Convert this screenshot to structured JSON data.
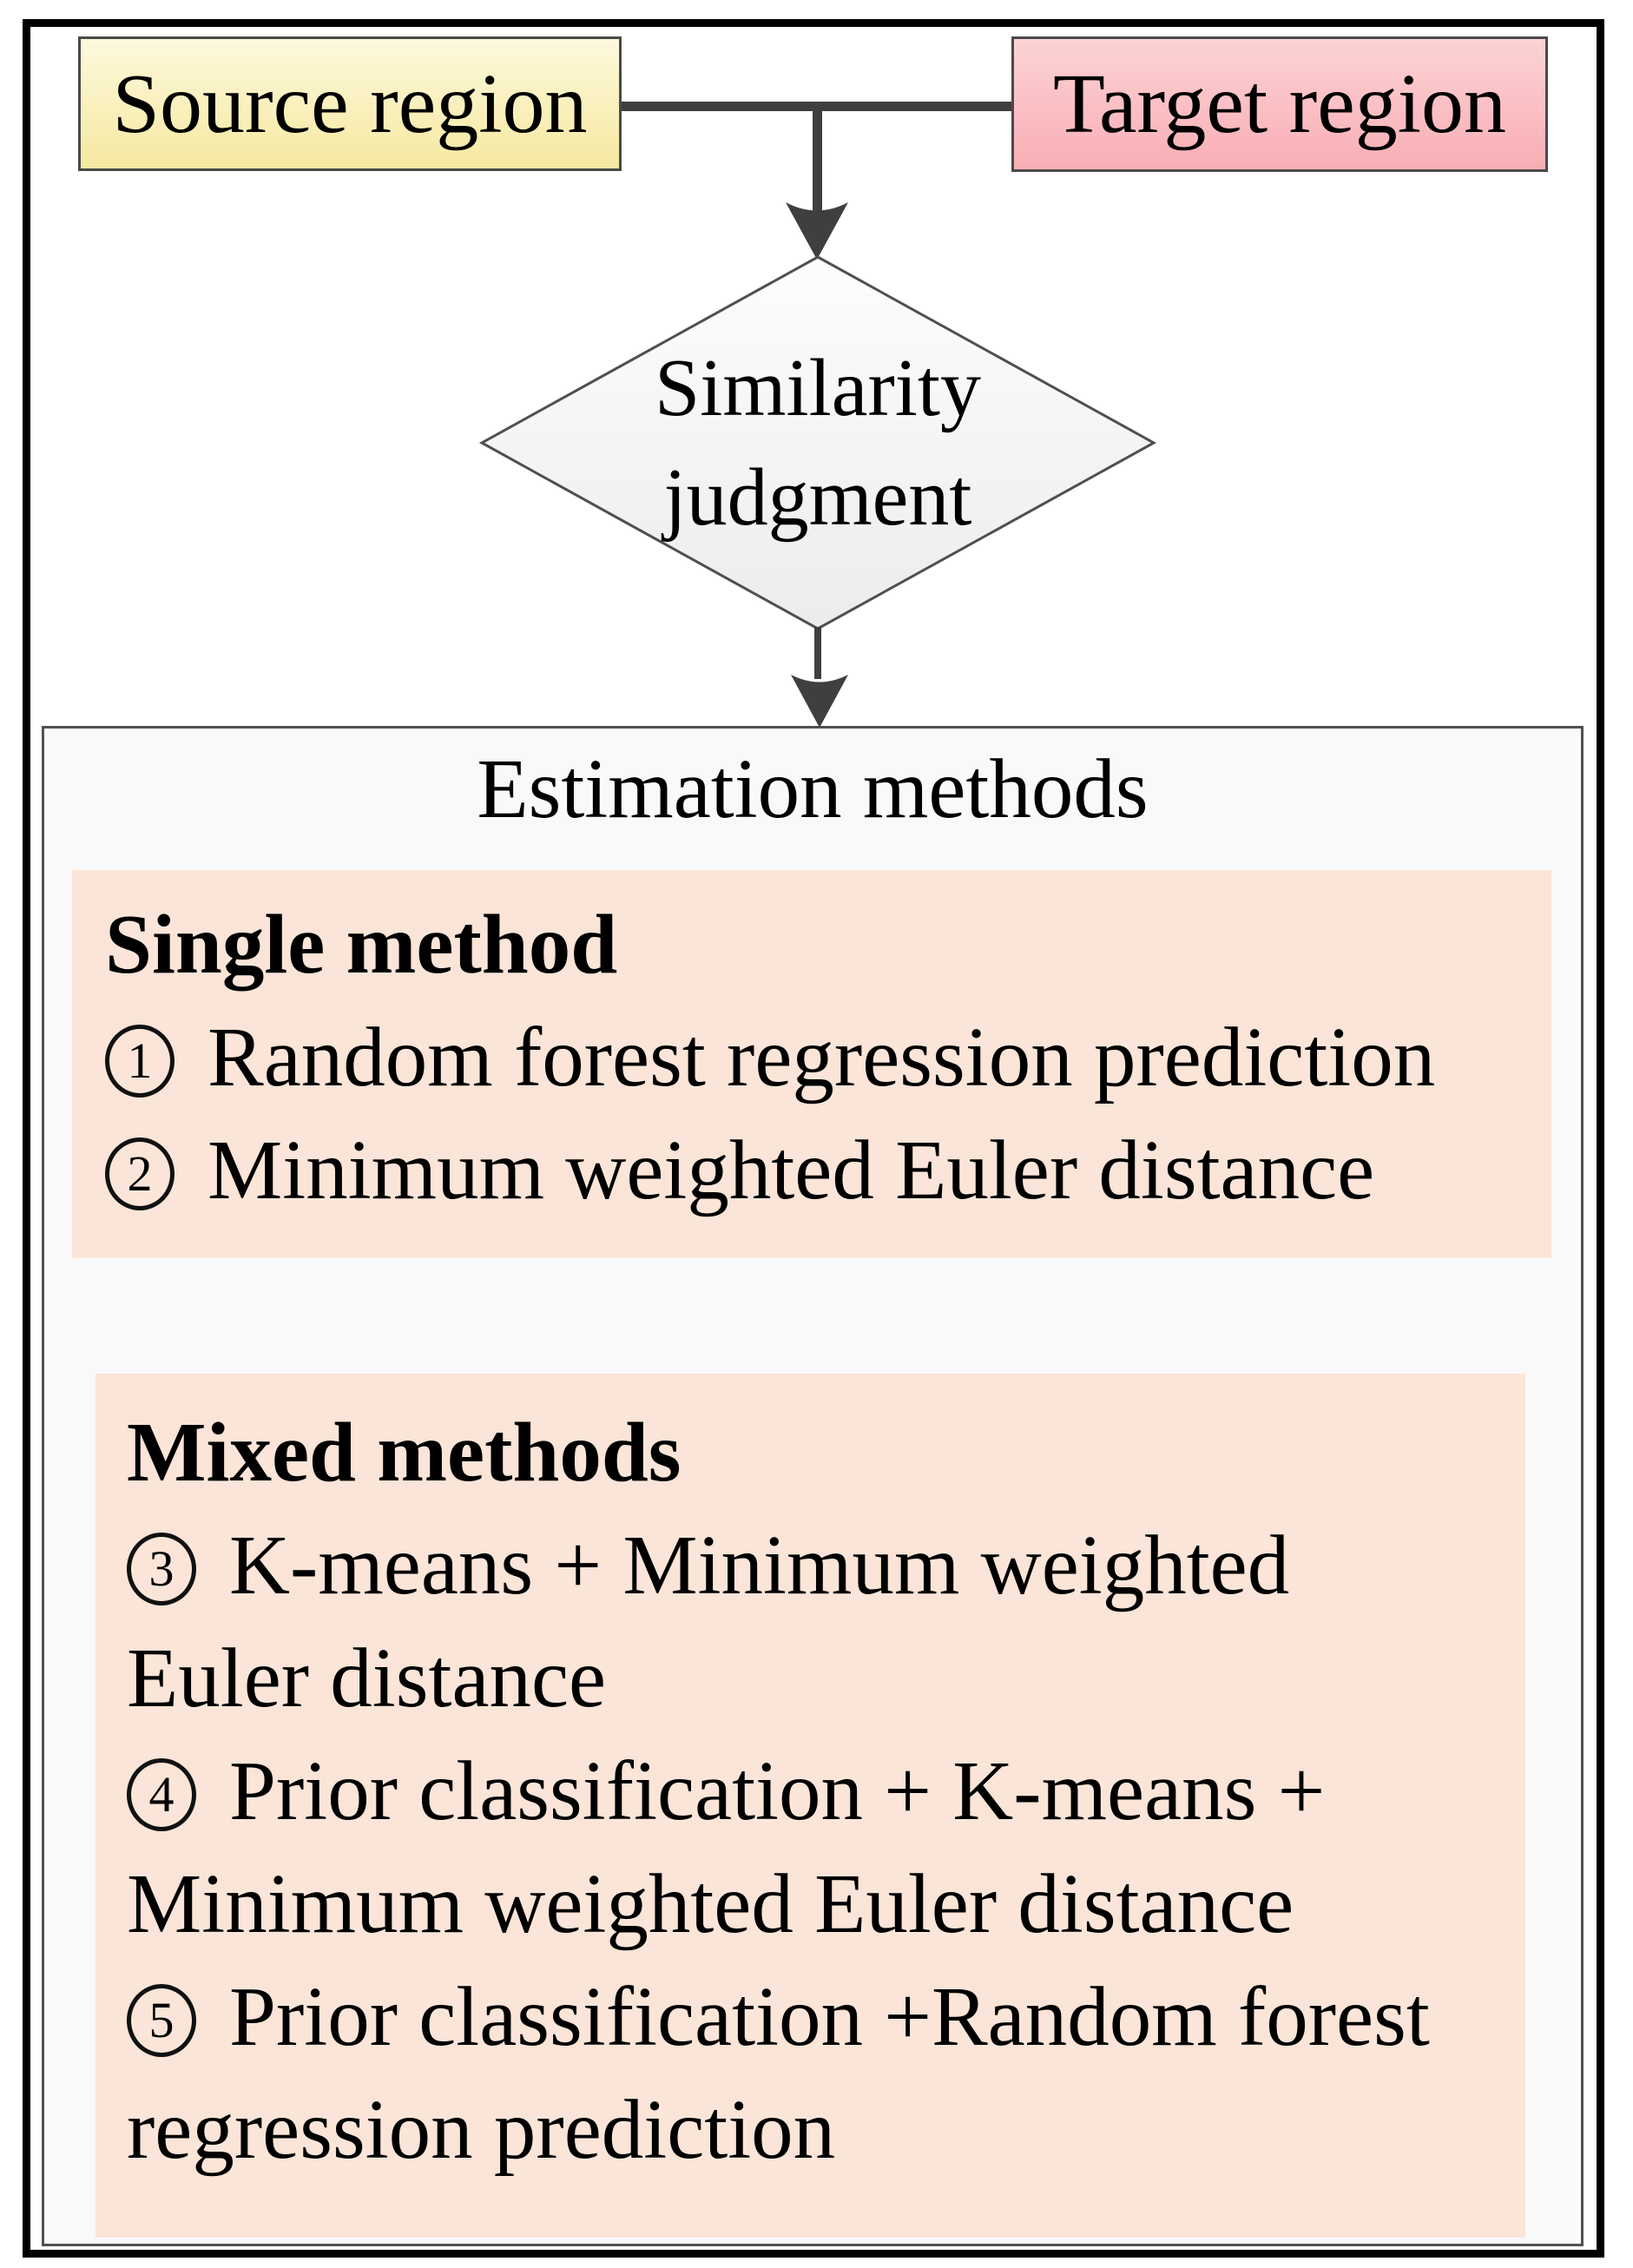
{
  "flow": {
    "source": {
      "label": "Source region"
    },
    "target": {
      "label": "Target region"
    },
    "decision": {
      "line1": "Similarity",
      "line2": "judgment"
    }
  },
  "estimation": {
    "title": "Estimation methods",
    "single": {
      "heading": "Single method",
      "items": [
        {
          "num": "1",
          "text": "Random forest regression prediction"
        },
        {
          "num": "2",
          "text": "Minimum weighted Euler distance"
        }
      ]
    },
    "mixed": {
      "heading": "Mixed methods",
      "lines": [
        {
          "num": "3",
          "text": "K-means + Minimum weighted"
        },
        {
          "num": "",
          "text": "Euler distance"
        },
        {
          "num": "4",
          "text": "Prior classification + K-means +"
        },
        {
          "num": "",
          "text": "Minimum weighted Euler distance"
        },
        {
          "num": "5",
          "text": "Prior classification +Random forest"
        },
        {
          "num": "",
          "text": "regression prediction"
        }
      ]
    }
  },
  "colors": {
    "source_fill_top": "#FDF9DD",
    "source_fill_bottom": "#F6E8A0",
    "target_fill_top": "#FCD3D6",
    "target_fill_bottom": "#F8AEB4",
    "diamond_fill_top": "#FDFDFD",
    "diamond_fill_bottom": "#ECECEC",
    "diamond_border": "#4F4F4F",
    "panel_fill": "#FAE5D8",
    "estimation_box_fill": "#F9F9F9",
    "estimation_box_border": "#515151",
    "node_border": "#4A4A4A",
    "connector": "#3F3F3F",
    "outer_border": "#000000"
  }
}
